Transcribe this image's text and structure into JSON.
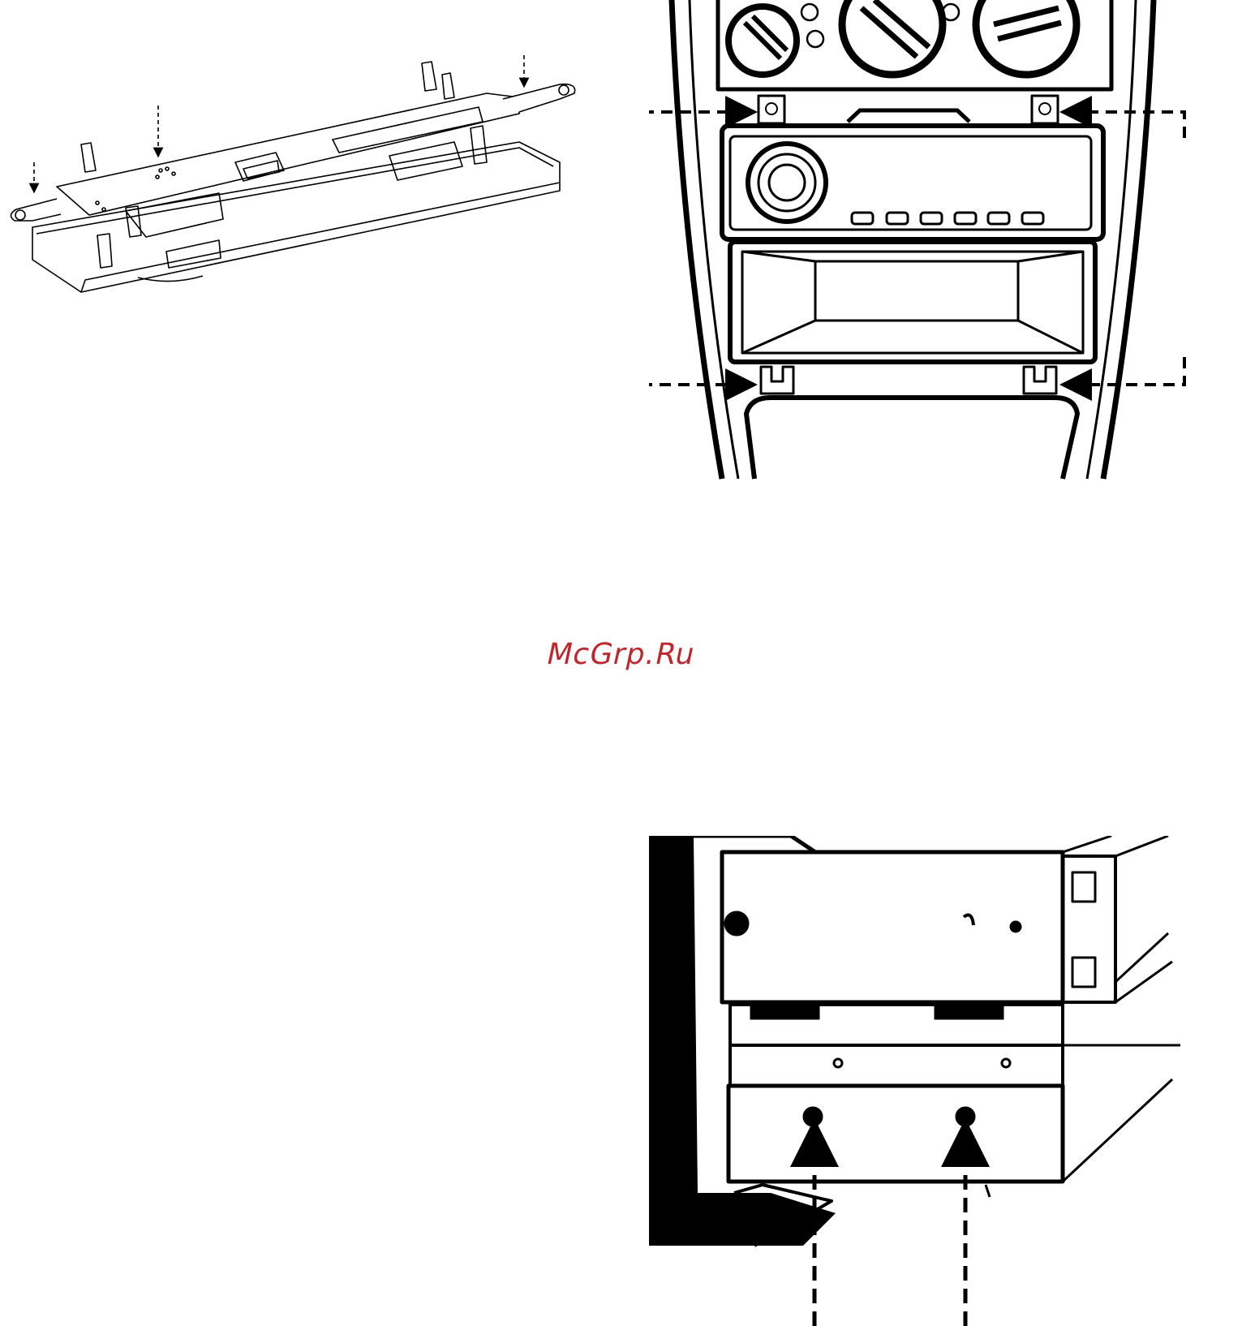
{
  "watermark": {
    "text": "McGrp.Ru",
    "color": "#c0272d"
  },
  "colors": {
    "ink": "#000000",
    "paper": "#ffffff"
  },
  "figures": [
    {
      "id": "mounting-bracket",
      "icon": "bracket-illustration"
    },
    {
      "id": "dash-console",
      "icon": "console-illustration"
    },
    {
      "id": "radio-chassis",
      "icon": "chassis-illustration"
    }
  ]
}
